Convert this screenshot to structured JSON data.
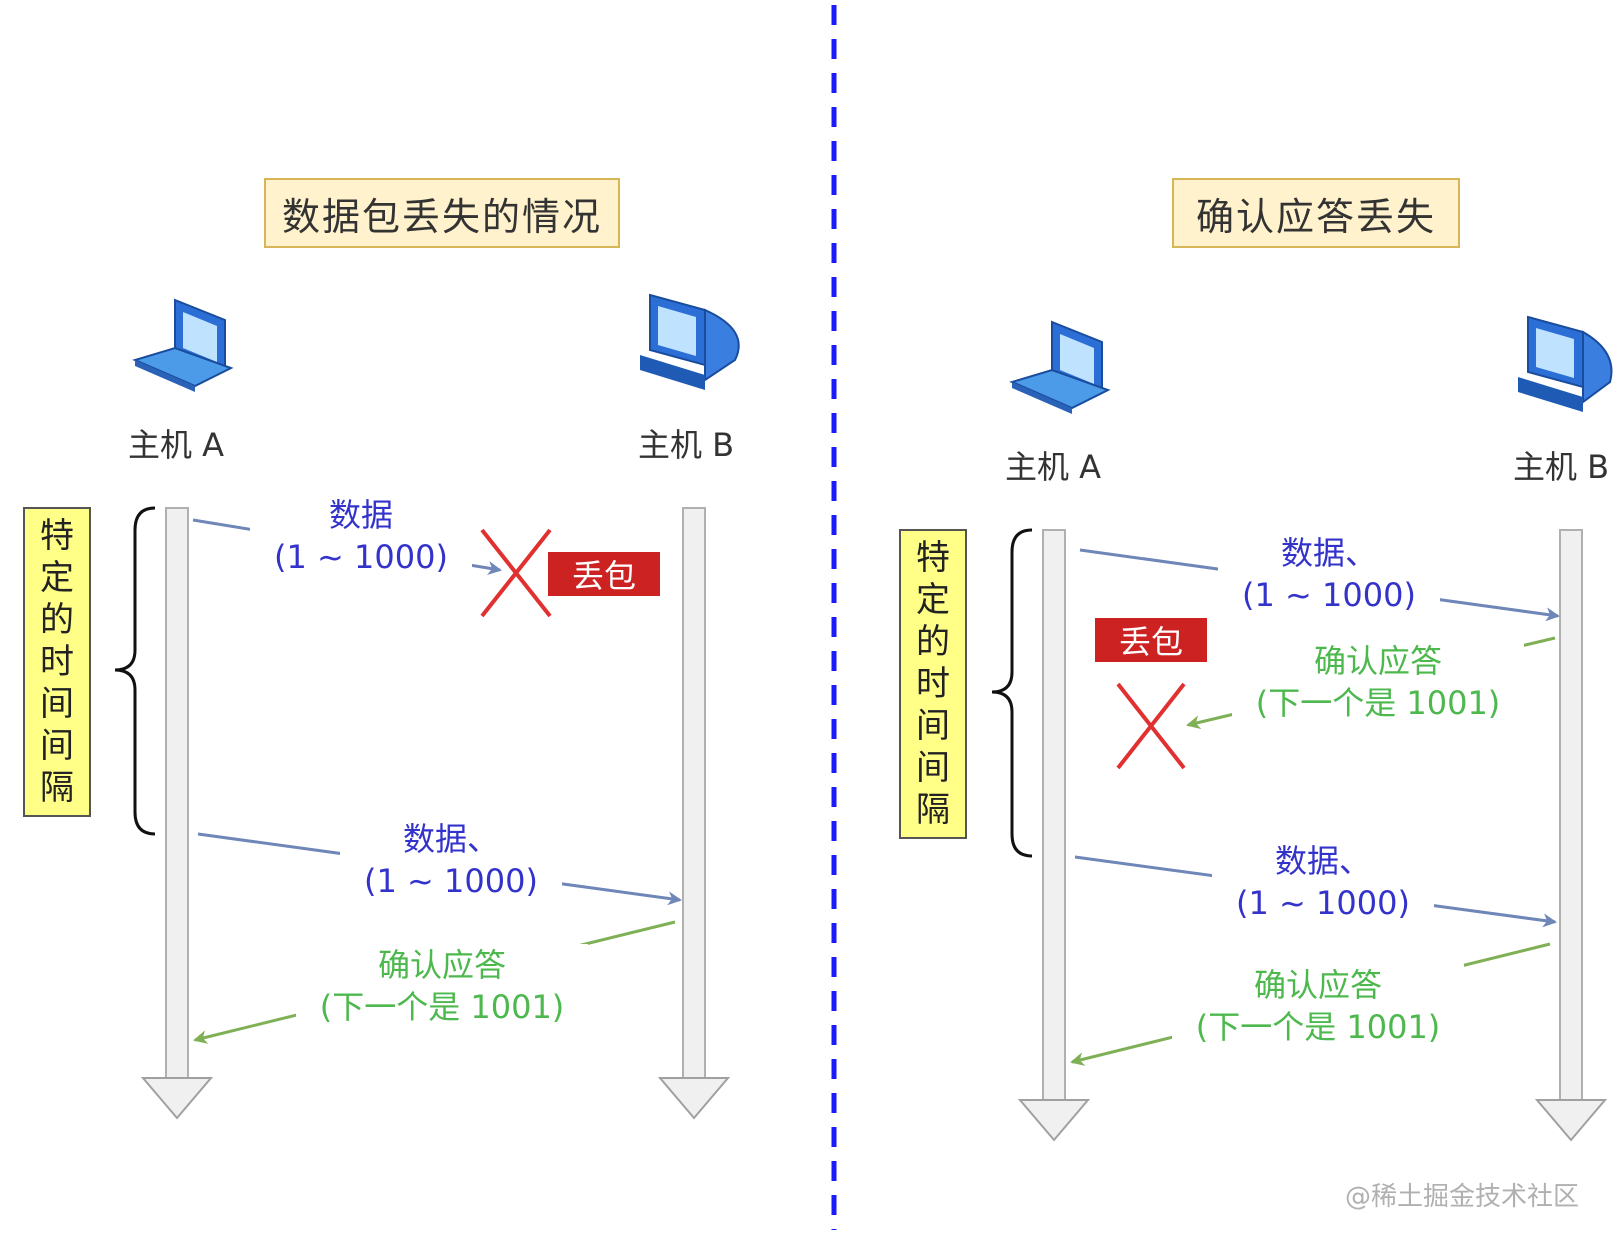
{
  "left": {
    "title": "数据包丢失的情况",
    "host_a": "主机 A",
    "host_b": "主机 B",
    "interval_chars": [
      "特",
      "定",
      "的",
      "时",
      "间",
      "间",
      "隔"
    ],
    "msg1_line1": "数据",
    "msg1_line2": "(1 ~ 1000)",
    "loss_label": "丢包",
    "msg2_line1": "数据、",
    "msg2_line2": "(1 ~ 1000)",
    "ack_line1": "确认应答",
    "ack_line2": "(下一个是 1001)"
  },
  "right": {
    "title": "确认应答丢失",
    "host_a": "主机 A",
    "host_b": "主机 B",
    "interval_chars": [
      "特",
      "定",
      "的",
      "时",
      "间",
      "间",
      "隔"
    ],
    "msg1_line1": "数据、",
    "msg1_line2": "(1 ~ 1000)",
    "loss_label": "丢包",
    "ack1_line1": "确认应答",
    "ack1_line2": "(下一个是 1001)",
    "msg2_line1": "数据、",
    "msg2_line2": "(1 ~ 1000)",
    "ack2_line1": "确认应答",
    "ack2_line2": "(下一个是 1001)"
  },
  "watermark": "@稀土掘金技术社区",
  "colors": {
    "data_arrow": "#6f86b8",
    "ack_arrow": "#7fb055",
    "divider": "#1a1aff",
    "cross": "#e03030"
  }
}
